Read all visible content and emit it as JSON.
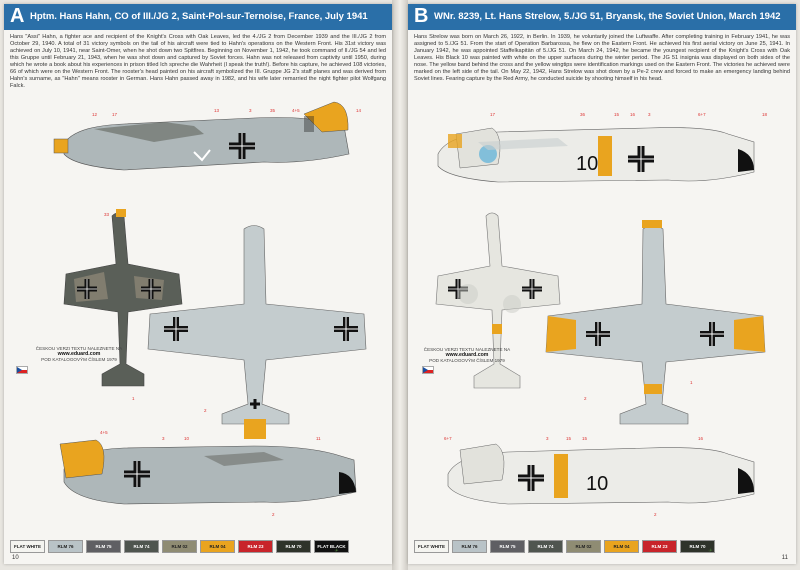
{
  "left_page": {
    "letter": "A",
    "title": "Hptm. Hans Hahn, CO of III./JG 2, Saint-Pol-sur-Ternoise, France, July 1941",
    "bio": "Hans \"Assi\" Hahn, a fighter ace and recipient of the Knight's Cross with Oak Leaves, led the 4./JG 2 from December 1939 and the III./JG 2 from October 29, 1940. A total of 31 victory symbols on the tail of his aircraft were tied to Hahn's operations on the Western Front. His 31st victory was achieved on July 10, 1941, near Saint-Omer, when he shot down two Spitfires. Beginning on November 1, 1942, he took command of II./JG 54 and led this Gruppe until February 21, 1943, when he was shot down and captured by Soviet forces. Hahn was not released from captivity until 1950, during which he wrote a book about his experiences in prison titled Ich spreche die Wahrheit (I speak the truth!). Before his capture, he achieved 108 victories, 66 of which were on the Western Front. The rooster's head painted on his aircraft symbolized the III. Gruppe JG 2's staff planes and was derived from Hahn's surname, as \"Hahn\" means rooster in German. Hans Hahn passed away in 1982, and his wife later remarried the night fighter pilot Wolfgang Falck.",
    "info_lines": [
      "ČESKOU VERZI TEXTU NALEZNETE NA",
      "www.eduard.com",
      "POD KATALOGOVÝM ČÍSLEM 1979"
    ],
    "page_number": "10"
  },
  "right_page": {
    "letter": "B",
    "title": "WNr. 8239, Lt. Hans Strelow, 5./JG 51, Bryansk, the Soviet Union, March 1942",
    "bio": "Hans Strelow was born on March 26, 1922, in Berlin. In 1939, he voluntarily joined the Luftwaffe. After completing training in February 1941, he was assigned to 5./JG 51. From the start of Operation Barbarossa, he flew on the Eastern Front. He achieved his first aerial victory on June 25, 1941. In January 1942, he was appointed Staffelkapitän of 5./JG 51. On March 24, 1942, he became the youngest recipient of the Knight's Cross with Oak Leaves. His Black 10 was painted with white on the upper surfaces during the winter period. The JG 51 insignia was displayed on both sides of the nose. The yellow band behind the cross and the yellow wingtips were identification markings used on the Eastern Front. The victories he achieved were marked on the left side of the tail. On May 22, 1942, Hans Strelow was shot down by a Pe-2 crew and forced to make an emergency landing behind Soviet lines. Fearing capture by the Red Army, he conducted suicide by shooting himself in his head.",
    "info_lines": [
      "ČESKOU VERZI TEXTU NALEZNETE NA",
      "www.eduard.com",
      "POD KATALOGOVÝM ČÍSLEM 1979"
    ],
    "page_number": "11",
    "fuselage_number": "10"
  },
  "swatches_left": [
    {
      "label": "FLAT WHITE",
      "color": "#f4f4f0"
    },
    {
      "label": "RLM 76",
      "color": "#b9c3c7"
    },
    {
      "label": "RLM 75",
      "color": "#5f5f63"
    },
    {
      "label": "RLM 74",
      "color": "#4f554f"
    },
    {
      "label": "RLM 02",
      "color": "#8f8c73"
    },
    {
      "label": "RLM 04",
      "color": "#e9a41f"
    },
    {
      "label": "RLM 23",
      "color": "#c8242a"
    },
    {
      "label": "RLM 70",
      "color": "#2e332a"
    },
    {
      "label": "FLAT BLACK",
      "color": "#111111"
    }
  ],
  "swatches_right": [
    {
      "label": "FLAT WHITE",
      "color": "#f4f4f0"
    },
    {
      "label": "RLM 76",
      "color": "#b9c3c7"
    },
    {
      "label": "RLM 75",
      "color": "#5f5f63"
    },
    {
      "label": "RLM 74",
      "color": "#4f554f"
    },
    {
      "label": "RLM 02",
      "color": "#8f8c73"
    },
    {
      "label": "RLM 04",
      "color": "#e9a41f"
    },
    {
      "label": "RLM 23",
      "color": "#c8242a"
    },
    {
      "label": "RLM 70",
      "color": "#2e332a"
    }
  ],
  "colors": {
    "header_blue": "#2a6fa8",
    "callout_red": "#d33333",
    "rlm76": "#b9c3c7",
    "rlm74": "#4f554f",
    "rlm04": "#e9a41f",
    "black": "#111111"
  },
  "callouts_left": [
    "13",
    "3",
    "35",
    "4+5",
    "14",
    "12",
    "17",
    "33",
    "2",
    "1",
    "3",
    "10",
    "11",
    "4+5",
    "2"
  ],
  "callouts_right": [
    "17",
    "36",
    "15",
    "16",
    "3",
    "6+7",
    "18",
    "1",
    "2",
    "6+7",
    "3",
    "15",
    "15",
    "16",
    "2"
  ]
}
